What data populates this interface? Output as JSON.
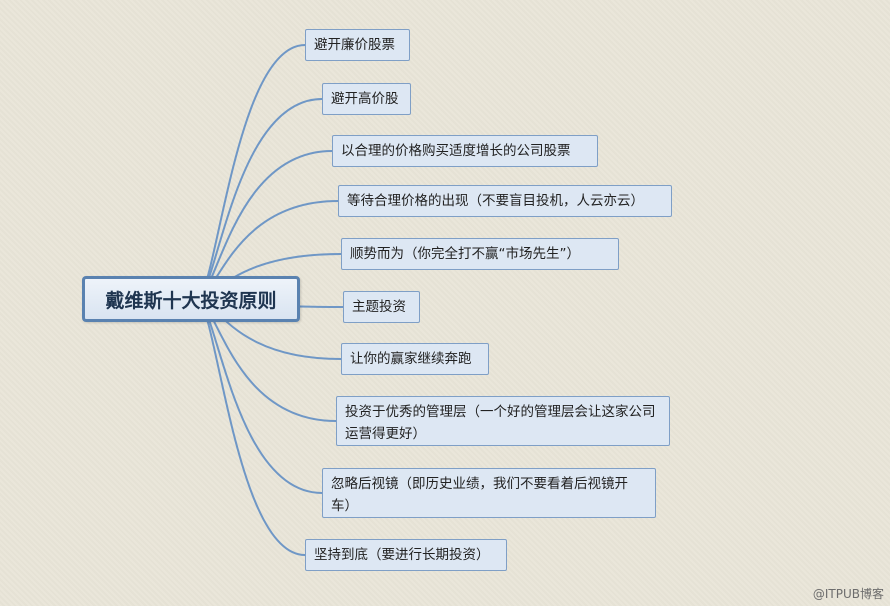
{
  "root": {
    "label": "戴维斯十大投资原则"
  },
  "branches": [
    {
      "label": "避开廉价股票"
    },
    {
      "label": "避开高价股"
    },
    {
      "label": "以合理的价格购买适度增长的公司股票"
    },
    {
      "label": "等待合理价格的出现（不要盲目投机，人云亦云）"
    },
    {
      "label": "顺势而为（你完全打不赢“市场先生”）"
    },
    {
      "label": "主题投资"
    },
    {
      "label": "让你的赢家继续奔跑"
    },
    {
      "label": "投资于优秀的管理层（一个好的管理层会让这家公司运营得更好）"
    },
    {
      "label": "忽略后视镜（即历史业绩，我们不要看着后视镜开车）"
    },
    {
      "label": "坚持到底（要进行长期投资）"
    }
  ],
  "colors": {
    "connector": "#6f97c6",
    "node_border": "#7f9fc6",
    "node_fill": "#dde7f3",
    "root_border": "#5a82b0"
  },
  "watermark": "@ITPUB博客"
}
